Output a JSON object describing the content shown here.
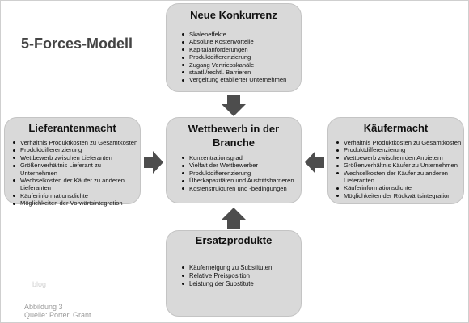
{
  "title": "5-Forces-Modell",
  "forces": {
    "top": {
      "title": "Neue Konkurrenz",
      "items": [
        "Skaleneffekte",
        "Absolute Kostenvorteile",
        "Kapitalanforderungen",
        "Produktdifferenzierung",
        "Zugang Vertriebskanäle",
        "staatl./rechtl. Barrieren",
        "Vergeltung etablierter Unternehmen"
      ]
    },
    "left": {
      "title": "Lieferantenmacht",
      "items": [
        "Verhältnis Produktkosten zu Gesamtkosten",
        "Produktdifferenzierung",
        "Wettbewerb zwischen Lieferanten",
        "Größenverhältnis Lieferant zu Unternehmen",
        "Wechselkosten der Käufer zu anderen Lieferanten",
        "Käuferinformationsdichte",
        "Möglichkeiten der Vorwärtsintegration"
      ]
    },
    "center": {
      "title": "Wettbewerb in der Branche",
      "items": [
        "Konzentrationsgrad",
        "Vielfalt der Wettbewerber",
        "Produktdifferenzierung",
        "Überkapazitäten und Austrittsbarrieren",
        "Kostenstrukturen und -bedingungen"
      ]
    },
    "right": {
      "title": "Käufermacht",
      "items": [
        "Verhältnis Produktkosten zu Gesamtkosten",
        "Produktdifferenzierung",
        "Wettbewerb zwischen den Anbietern",
        "Größenverhältnis Käufer zu Unternehmen",
        "Wechselkosten der Käufer zu anderen Lieferanten",
        "Käuferinformationsdichte",
        "Möglichkeiten der Rückwärtsintegration"
      ]
    },
    "bottom": {
      "title": "Ersatzprodukte",
      "items": [
        "Käuferneigung zu Substituten",
        "Relative Preisposition",
        "Leistung der Substitute"
      ]
    }
  },
  "watermark": "blog",
  "caption": {
    "line1": "Abbildung 3",
    "line2": "Quelle: Porter, Grant"
  },
  "colors": {
    "box_fill": "#d9d9d9",
    "arrow_fill": "#4d4d4d"
  }
}
